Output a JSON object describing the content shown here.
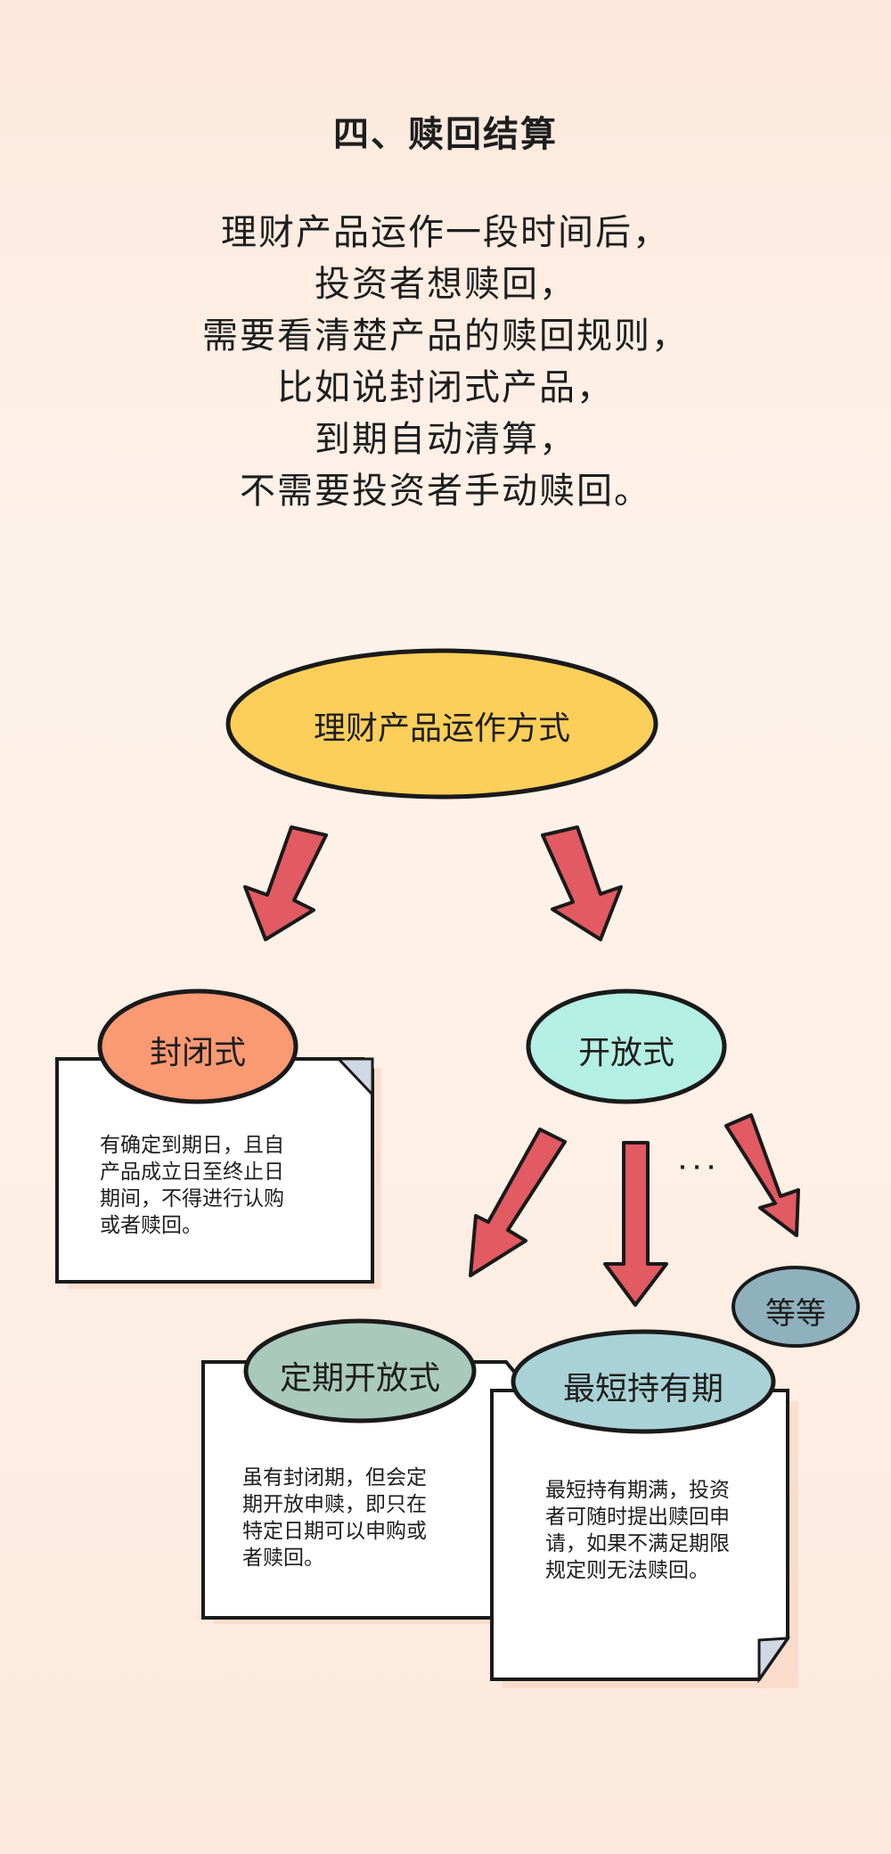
{
  "title": "四、赎回结算",
  "intro_lines": [
    "理财产品运作一段时间后，",
    "投资者想赎回，",
    "需要看清楚产品的赎回规则，",
    "比如说封闭式产品，",
    "到期自动清算，",
    "不需要投资者手动赎回。"
  ],
  "diagram": {
    "root": "理财产品运作方式",
    "closed": {
      "label": "封闭式",
      "desc_lines": [
        "有确定到期日，且自",
        "产品成立日至终止日",
        "期间，不得进行认购",
        "或者赎回。"
      ]
    },
    "open": {
      "label": "开放式"
    },
    "periodic": {
      "label": "定期开放式",
      "desc_lines": [
        "虽有封闭期，但会定",
        "期开放申赎，即只在",
        "特定日期可以申购或",
        "者赎回。"
      ]
    },
    "min_hold": {
      "label": "最短持有期",
      "desc_lines": [
        "最短持有期满，投资",
        "者可随时提出赎回申",
        "请，如果不满足期限",
        "规定则无法赎回。"
      ]
    },
    "ellipsis": "· · ·",
    "etc": "等等"
  },
  "colors": {
    "root": "#fccf5a",
    "closed": "#f99a73",
    "open": "#b4efe3",
    "periodic": "#a9c9bc",
    "min_hold": "#a9d2d6",
    "etc": "#8fb1bd",
    "arrow": "#e25a62"
  }
}
